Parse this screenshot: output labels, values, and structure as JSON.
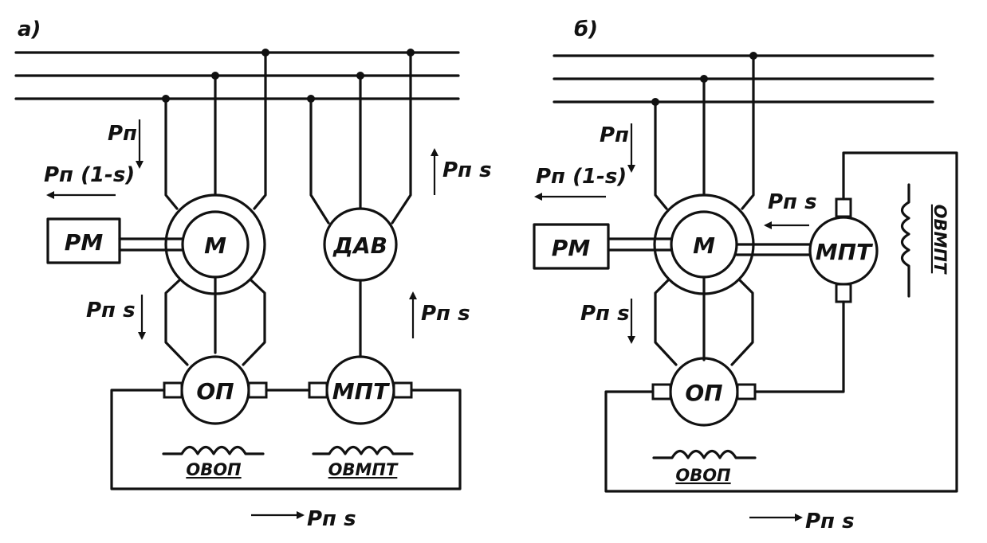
{
  "panel_a": {
    "label": "а)",
    "machines": {
      "motor": "М",
      "mech": "РМ",
      "dav": "ДАВ",
      "op": "ОП",
      "mpt": "МПТ"
    },
    "coils": {
      "ovop": "ОВОП",
      "ovmpt": "ОВМПТ"
    },
    "power": {
      "pn_top": "Pп",
      "pn_1s": "Pп (1-s)",
      "pn_s_left": "Pп s",
      "pn_s_right_top": "Pп s",
      "pn_s_right_mid": "Pп s",
      "pn_s_bottom": "Pп s"
    }
  },
  "panel_b": {
    "label": "б)",
    "machines": {
      "motor": "М",
      "mech": "РМ",
      "op": "ОП",
      "mpt": "МПТ"
    },
    "coils": {
      "ovop": "ОВОП",
      "ovmpt": "ОВМПТ"
    },
    "power": {
      "pn_top": "Pп",
      "pn_1s": "Pп (1-s)",
      "pn_s_mpt": "Pп s",
      "pn_s_left": "Pп s",
      "pn_s_bottom": "Pп s"
    }
  }
}
